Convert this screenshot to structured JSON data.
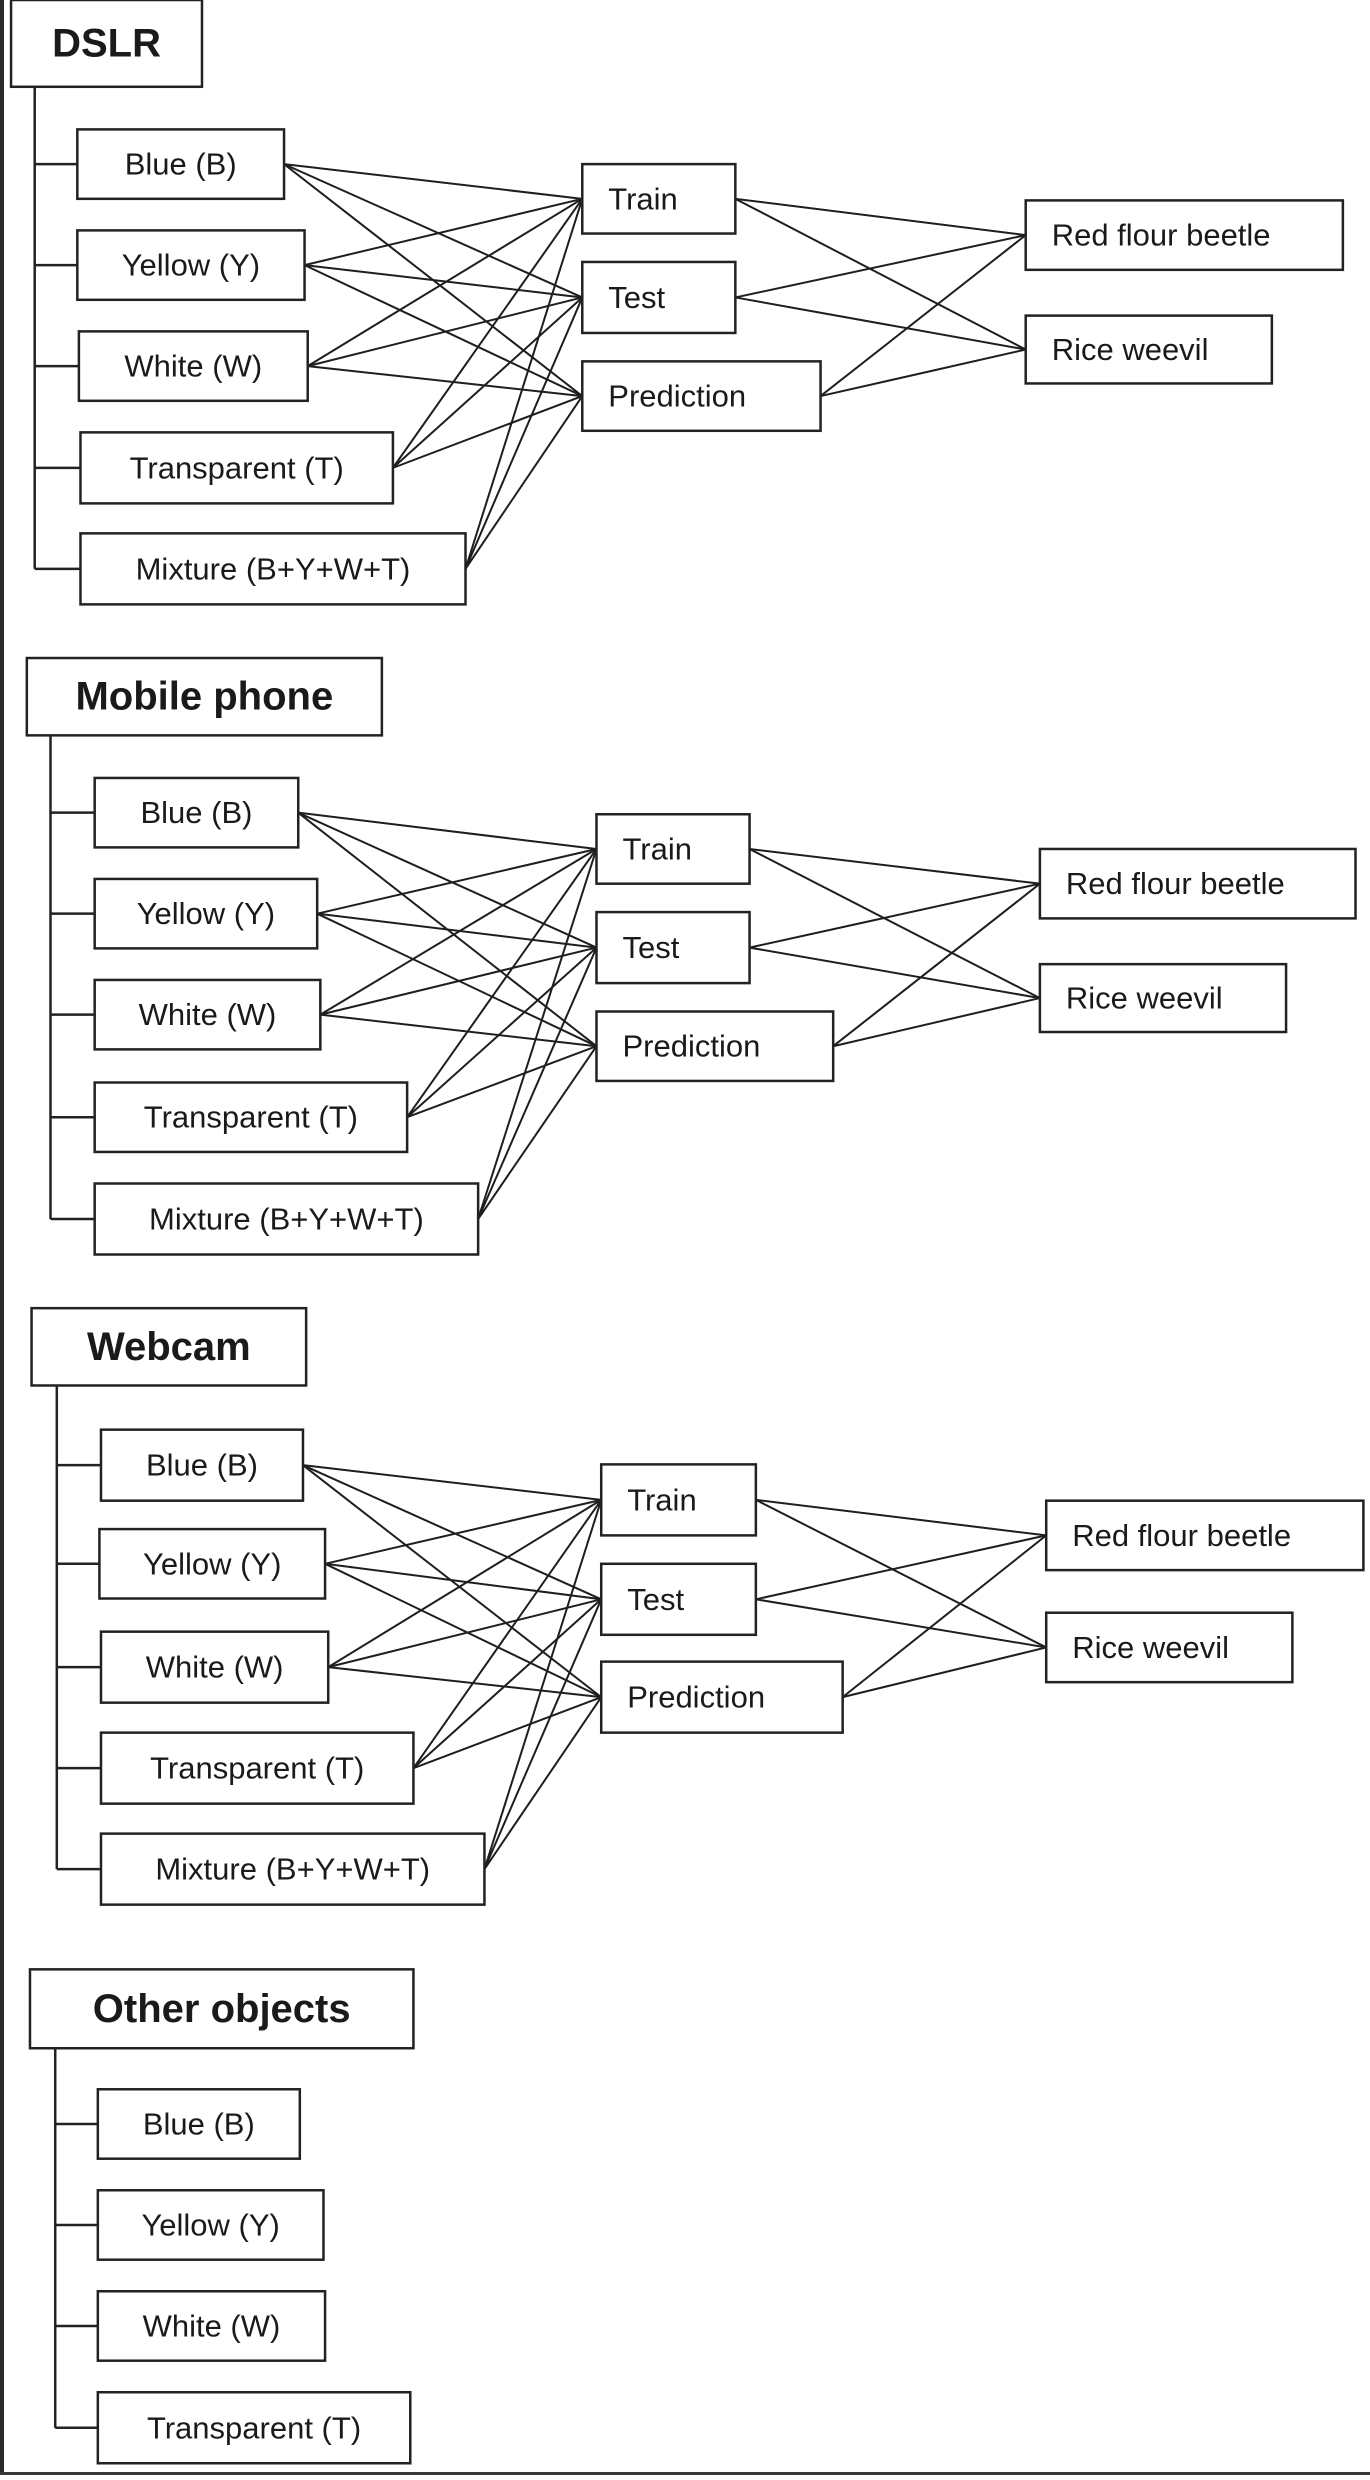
{
  "diagram": {
    "sections": [
      {
        "id": "dslr",
        "title": "DSLR",
        "inputs": [
          "Blue (B)",
          "Yellow (Y)",
          "White (W)",
          "Transparent  (T)",
          "Mixture (B+Y+W+T)"
        ],
        "stages": [
          "Train",
          "Test",
          "Prediction"
        ],
        "outputs": [
          "Red flour beetle",
          "Rice weevil"
        ]
      },
      {
        "id": "mobile-phone",
        "title": "Mobile phone",
        "inputs": [
          "Blue (B)",
          "Yellow (Y)",
          "White (W)",
          "Transparent  (T)",
          "Mixture (B+Y+W+T)"
        ],
        "stages": [
          "Train",
          "Test",
          "Prediction"
        ],
        "outputs": [
          "Red flour beetle",
          "Rice weevil"
        ]
      },
      {
        "id": "webcam",
        "title": "Webcam",
        "inputs": [
          "Blue (B)",
          "Yellow (Y)",
          "White (W)",
          "Transparent  (T)",
          "Mixture (B+Y+W+T)"
        ],
        "stages": [
          "Train",
          "Test",
          "Prediction"
        ],
        "outputs": [
          "Red flour beetle",
          "Rice weevil"
        ]
      },
      {
        "id": "other-objects",
        "title": "Other objects",
        "inputs": [
          "Blue (B)",
          "Yellow (Y)",
          "White (W)",
          "Transparent  (T)"
        ],
        "stages": [],
        "outputs": []
      }
    ],
    "edges": {
      "inputs_to_stages": "all-to-all",
      "stages_to_outputs": "all-to-all"
    }
  }
}
